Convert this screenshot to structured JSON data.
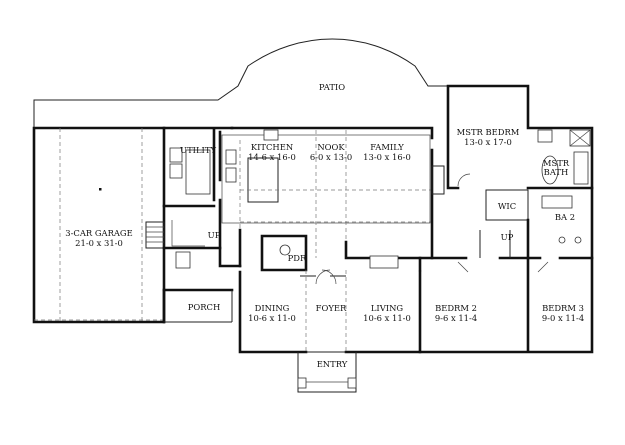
{
  "plan": {
    "rooms": {
      "patio": {
        "name": "PATIO"
      },
      "garage": {
        "name": "3-CAR GARAGE",
        "dims": "21-0 x 31-0"
      },
      "utility": {
        "name": "UTILITY"
      },
      "kitchen": {
        "name": "KITCHEN",
        "dims": "14-6 x 16-0"
      },
      "nook": {
        "name": "NOOK",
        "dims": "6-0 x 13-0"
      },
      "family": {
        "name": "FAMILY",
        "dims": "13-0 x 16-0"
      },
      "master_bedroom": {
        "name": "MSTR BEDRM",
        "dims": "13-0 x 17-0"
      },
      "master_bath": {
        "name": "MSTR",
        "name2": "BATH"
      },
      "wic": {
        "name": "WIC"
      },
      "ba2": {
        "name": "BA 2"
      },
      "pdr": {
        "name": "PDR"
      },
      "porch": {
        "name": "PORCH"
      },
      "dining": {
        "name": "DINING",
        "dims": "10-6 x 11-0"
      },
      "foyer": {
        "name": "FOYER"
      },
      "living": {
        "name": "LIVING",
        "dims": "10-6 x 11-0"
      },
      "bedroom2": {
        "name": "BEDRM 2",
        "dims": "9-6 x 11-4"
      },
      "bedroom3": {
        "name": "BEDRM 3",
        "dims": "9-0 x 11-4"
      },
      "entry": {
        "name": "ENTRY"
      }
    },
    "stair_labels": {
      "utility_up": "UP",
      "hall_up": "UP"
    }
  }
}
